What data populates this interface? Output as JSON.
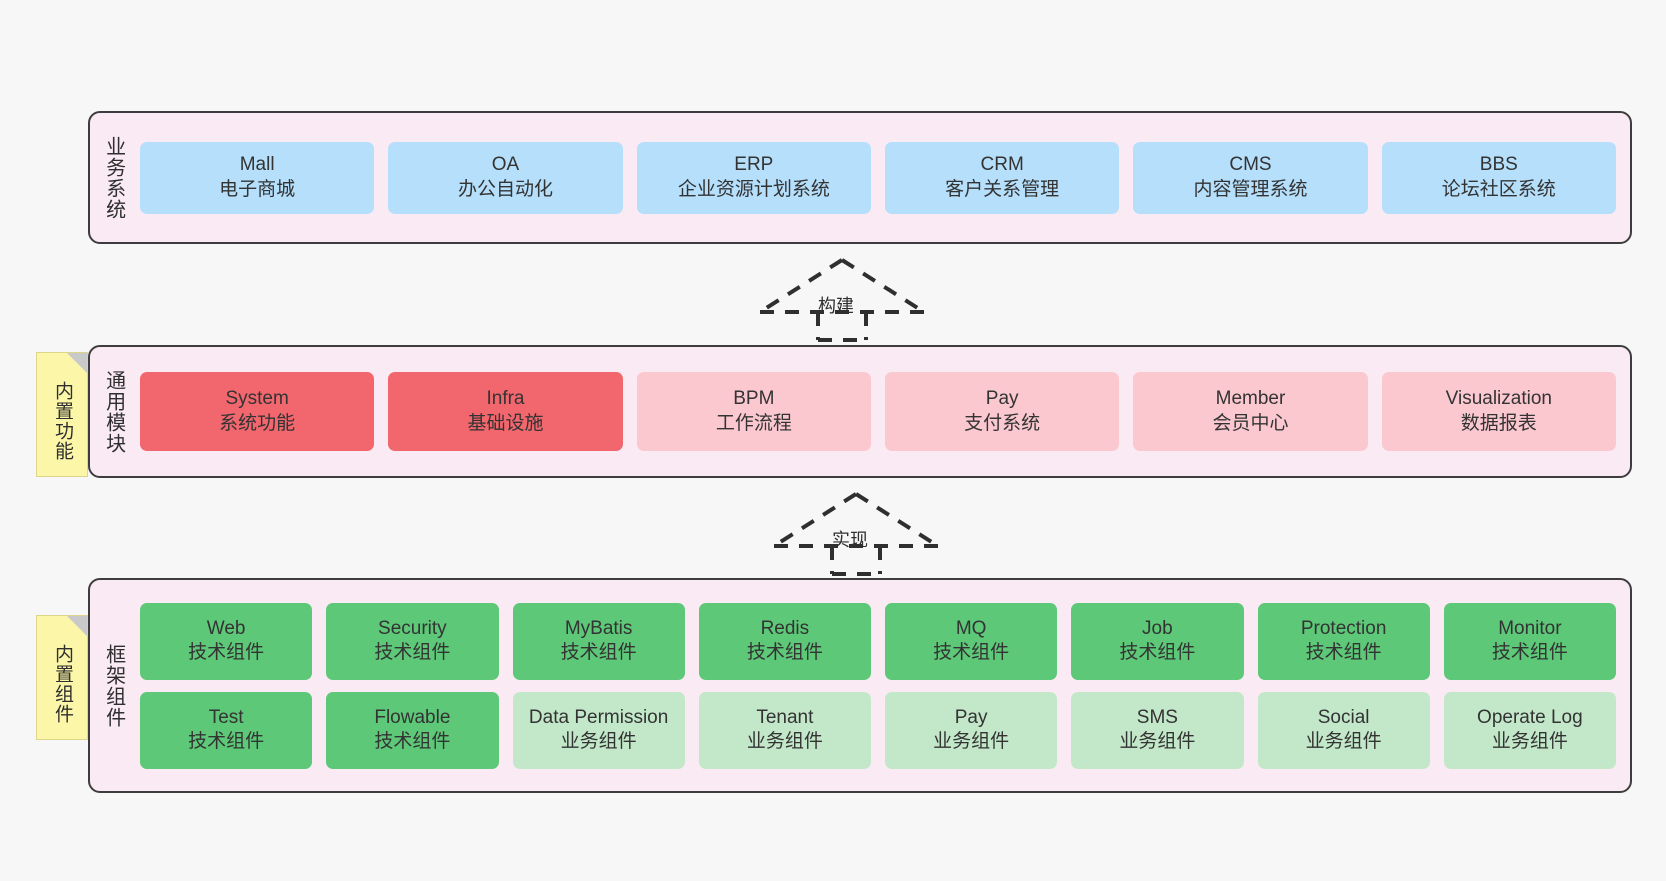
{
  "diagram": {
    "background_color": "#f7f7f7",
    "panel_fill": "#faeaf4",
    "panel_border": "#3d3d3d",
    "palette": {
      "business": "#b5dffb",
      "module_core": "#f2666e",
      "module_optional": "#fbc8d0",
      "component_tech": "#5dc878",
      "component_business": "#c3e8c9",
      "sticky": "#fcf7a8"
    }
  },
  "business_layer": {
    "label": "业务系统",
    "nodes": [
      {
        "name": "Mall",
        "desc": "电子商城",
        "style": "n-blue"
      },
      {
        "name": "OA",
        "desc": "办公自动化",
        "style": "n-blue"
      },
      {
        "name": "ERP",
        "desc": "企业资源计划系统",
        "style": "n-blue"
      },
      {
        "name": "CRM",
        "desc": "客户关系管理",
        "style": "n-blue"
      },
      {
        "name": "CMS",
        "desc": "内容管理系统",
        "style": "n-blue"
      },
      {
        "name": "BBS",
        "desc": "论坛社区系统",
        "style": "n-blue"
      }
    ]
  },
  "arrow_build": {
    "label": "构建"
  },
  "module_layer": {
    "label": "通用模块",
    "sticky": "内置功能",
    "nodes": [
      {
        "name": "System",
        "desc": "系统功能",
        "style": "n-red-strong"
      },
      {
        "name": "Infra",
        "desc": "基础设施",
        "style": "n-red-strong"
      },
      {
        "name": "BPM",
        "desc": "工作流程",
        "style": "n-red-light"
      },
      {
        "name": "Pay",
        "desc": "支付系统",
        "style": "n-red-light"
      },
      {
        "name": "Member",
        "desc": "会员中心",
        "style": "n-red-light"
      },
      {
        "name": "Visualization",
        "desc": "数据报表",
        "style": "n-red-light"
      }
    ]
  },
  "arrow_impl": {
    "label": "实现"
  },
  "framework_layer": {
    "label": "框架组件",
    "sticky": "内置组件",
    "row1": [
      {
        "name": "Web",
        "desc": "技术组件",
        "style": "n-green-strong"
      },
      {
        "name": "Security",
        "desc": "技术组件",
        "style": "n-green-strong"
      },
      {
        "name": "MyBatis",
        "desc": "技术组件",
        "style": "n-green-strong"
      },
      {
        "name": "Redis",
        "desc": "技术组件",
        "style": "n-green-strong"
      },
      {
        "name": "MQ",
        "desc": "技术组件",
        "style": "n-green-strong"
      },
      {
        "name": "Job",
        "desc": "技术组件",
        "style": "n-green-strong"
      },
      {
        "name": "Protection",
        "desc": "技术组件",
        "style": "n-green-strong"
      },
      {
        "name": "Monitor",
        "desc": "技术组件",
        "style": "n-green-strong"
      }
    ],
    "row2": [
      {
        "name": "Test",
        "desc": "技术组件",
        "style": "n-green-strong"
      },
      {
        "name": "Flowable",
        "desc": "技术组件",
        "style": "n-green-strong"
      },
      {
        "name": "Data Permission",
        "desc": "业务组件",
        "style": "n-green-light"
      },
      {
        "name": "Tenant",
        "desc": "业务组件",
        "style": "n-green-light"
      },
      {
        "name": "Pay",
        "desc": "业务组件",
        "style": "n-green-light"
      },
      {
        "name": "SMS",
        "desc": "业务组件",
        "style": "n-green-light"
      },
      {
        "name": "Social",
        "desc": "业务组件",
        "style": "n-green-light"
      },
      {
        "name": "Operate Log",
        "desc": "业务组件",
        "style": "n-green-light"
      }
    ]
  }
}
